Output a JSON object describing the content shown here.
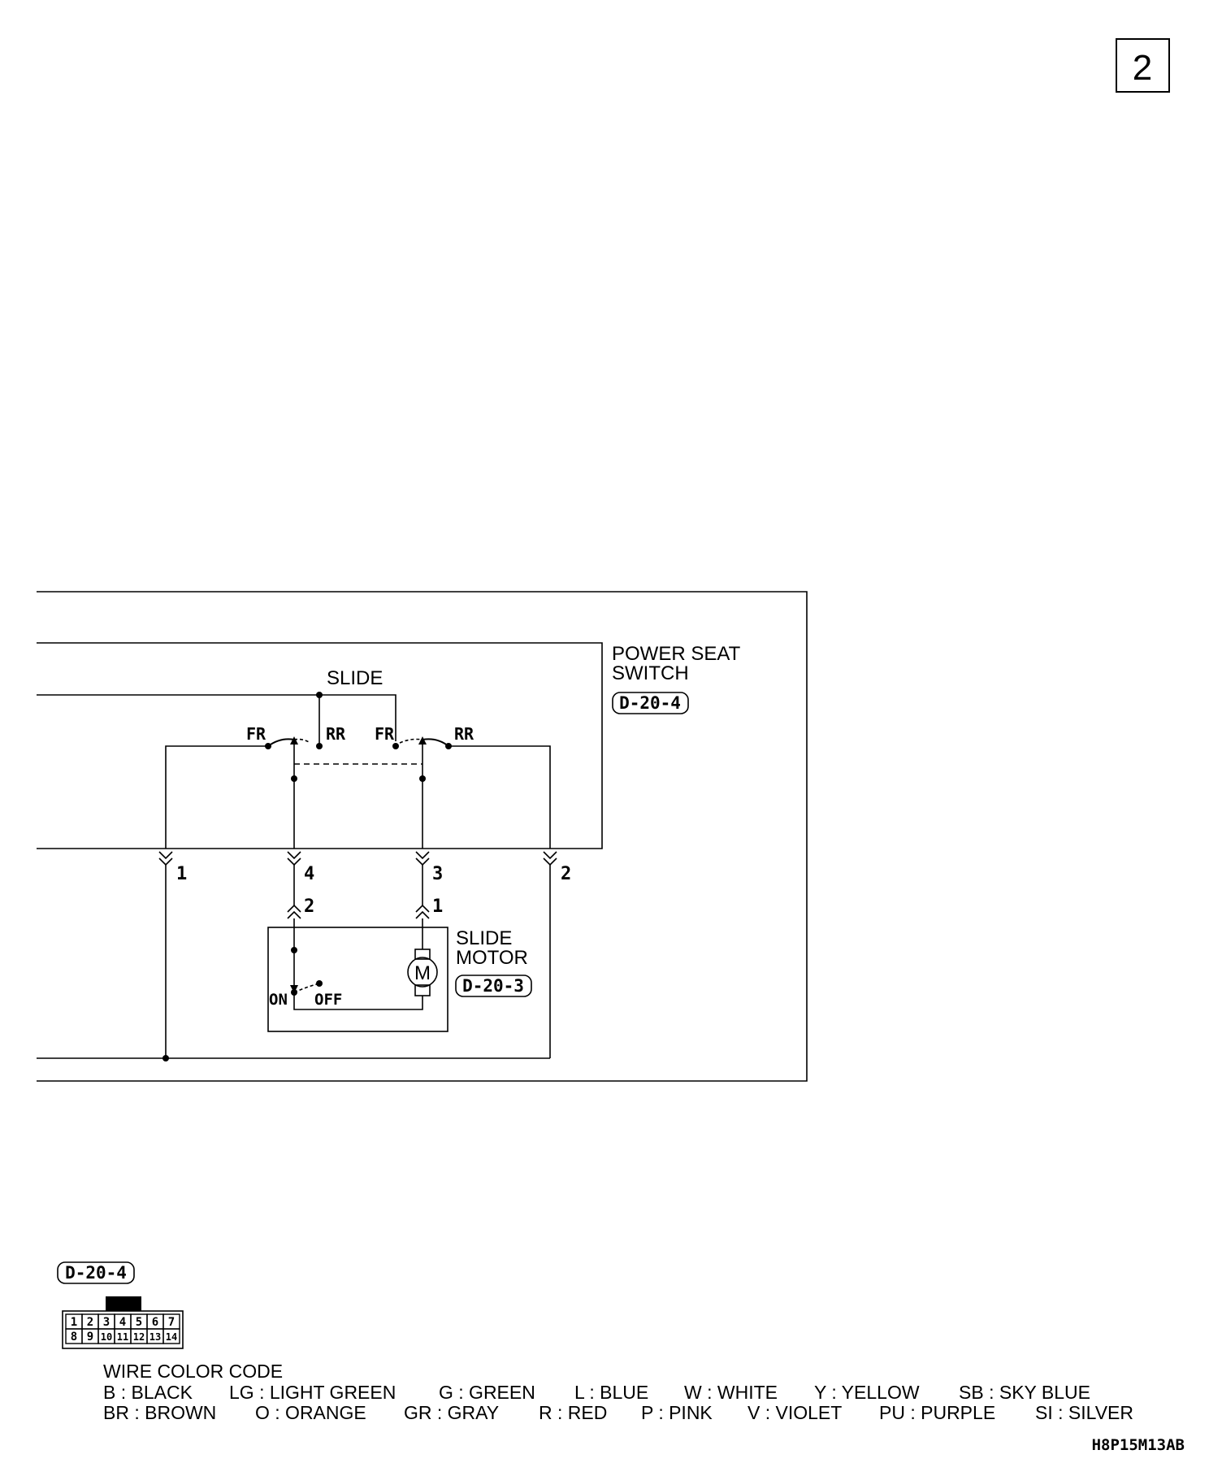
{
  "page_number": "2",
  "power_seat_switch": {
    "title_line1": "POWER SEAT",
    "title_line2": "SWITCH",
    "connector": "D-20-4",
    "slide_label": "SLIDE",
    "fr_left": "FR",
    "rr_left": "RR",
    "fr_right": "FR",
    "rr_right": "RR"
  },
  "switch_pins": [
    "1",
    "4",
    "3",
    "2"
  ],
  "motor_pins": [
    "2",
    "1"
  ],
  "slide_motor": {
    "title_line1": "SLIDE",
    "title_line2": "MOTOR",
    "connector": "D-20-3",
    "motor_symbol": "M",
    "on_label": "ON",
    "off_label": "OFF"
  },
  "connector_view": {
    "label": "D-20-4",
    "row1": [
      "1",
      "2",
      "3",
      "4",
      "5",
      "6",
      "7"
    ],
    "row2": [
      "8",
      "9",
      "10",
      "11",
      "12",
      "13",
      "14"
    ]
  },
  "wire_color_code": {
    "title": "WIRE COLOR CODE",
    "row1": [
      "B : BLACK",
      "LG : LIGHT GREEN",
      "G : GREEN",
      "L : BLUE",
      "W : WHITE",
      "Y : YELLOW",
      "SB : SKY BLUE"
    ],
    "row2": [
      "BR : BROWN",
      "O : ORANGE",
      "GR : GRAY",
      "R : RED",
      "P : PINK",
      "V : VIOLET",
      "PU : PURPLE",
      "SI : SILVER"
    ]
  },
  "figure_code": "H8P15M13AB"
}
